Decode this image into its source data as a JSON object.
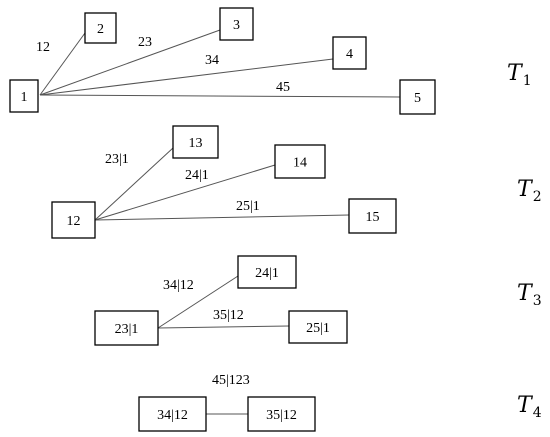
{
  "diagram": {
    "trees": [
      {
        "label": "T",
        "subscript": "1",
        "nodes": [
          {
            "id": "n1",
            "text": "1"
          },
          {
            "id": "n2",
            "text": "2"
          },
          {
            "id": "n3",
            "text": "3"
          },
          {
            "id": "n4",
            "text": "4"
          },
          {
            "id": "n5",
            "text": "5"
          }
        ],
        "edges": [
          {
            "from": "n1",
            "to": "n2",
            "label": "12"
          },
          {
            "from": "n1",
            "to": "n3",
            "label": "23"
          },
          {
            "from": "n1",
            "to": "n4",
            "label": "34"
          },
          {
            "from": "n1",
            "to": "n5",
            "label": "45"
          }
        ]
      },
      {
        "label": "T",
        "subscript": "2",
        "nodes": [
          {
            "id": "m12",
            "text": "12"
          },
          {
            "id": "m13",
            "text": "13"
          },
          {
            "id": "m14",
            "text": "14"
          },
          {
            "id": "m15",
            "text": "15"
          }
        ],
        "edges": [
          {
            "from": "m12",
            "to": "m13",
            "label": "23|1"
          },
          {
            "from": "m12",
            "to": "m14",
            "label": "24|1"
          },
          {
            "from": "m12",
            "to": "m15",
            "label": "25|1"
          }
        ]
      },
      {
        "label": "T",
        "subscript": "3",
        "nodes": [
          {
            "id": "p231",
            "text": "23|1"
          },
          {
            "id": "p241",
            "text": "24|1"
          },
          {
            "id": "p251",
            "text": "25|1"
          }
        ],
        "edges": [
          {
            "from": "p231",
            "to": "p241",
            "label": "34|12"
          },
          {
            "from": "p231",
            "to": "p251",
            "label": "35|12"
          }
        ]
      },
      {
        "label": "T",
        "subscript": "4",
        "nodes": [
          {
            "id": "q3412",
            "text": "34|12"
          },
          {
            "id": "q3512",
            "text": "35|12"
          }
        ],
        "edges": [
          {
            "from": "q3412",
            "to": "q3512",
            "label": "45|123"
          }
        ]
      }
    ]
  }
}
